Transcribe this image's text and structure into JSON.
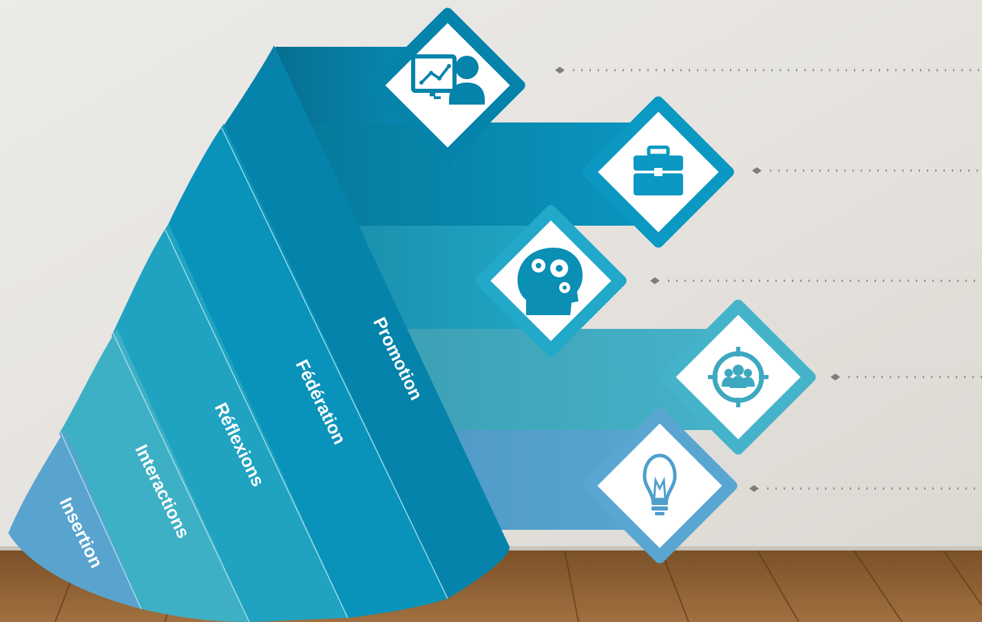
{
  "levels": [
    {
      "label": "Insertion",
      "color": "#58a4cf",
      "icon": "lightbulb-icon"
    },
    {
      "label": "Interactions",
      "color": "#3eb0c5",
      "icon": "team-target-icon"
    },
    {
      "label": "Réflexions",
      "color": "#1fa3c1",
      "icon": "head-gears-icon"
    },
    {
      "label": "Fédération",
      "color": "#0a93ba",
      "icon": "briefcase-icon"
    },
    {
      "label": "Promotion",
      "color": "#0583ab",
      "icon": "presentation-person-icon"
    }
  ],
  "colors": {
    "wall": "#e6e3df",
    "floor": "#8a5c30",
    "connector": "#8a8a8a",
    "icon_tile": "#ffffff"
  }
}
